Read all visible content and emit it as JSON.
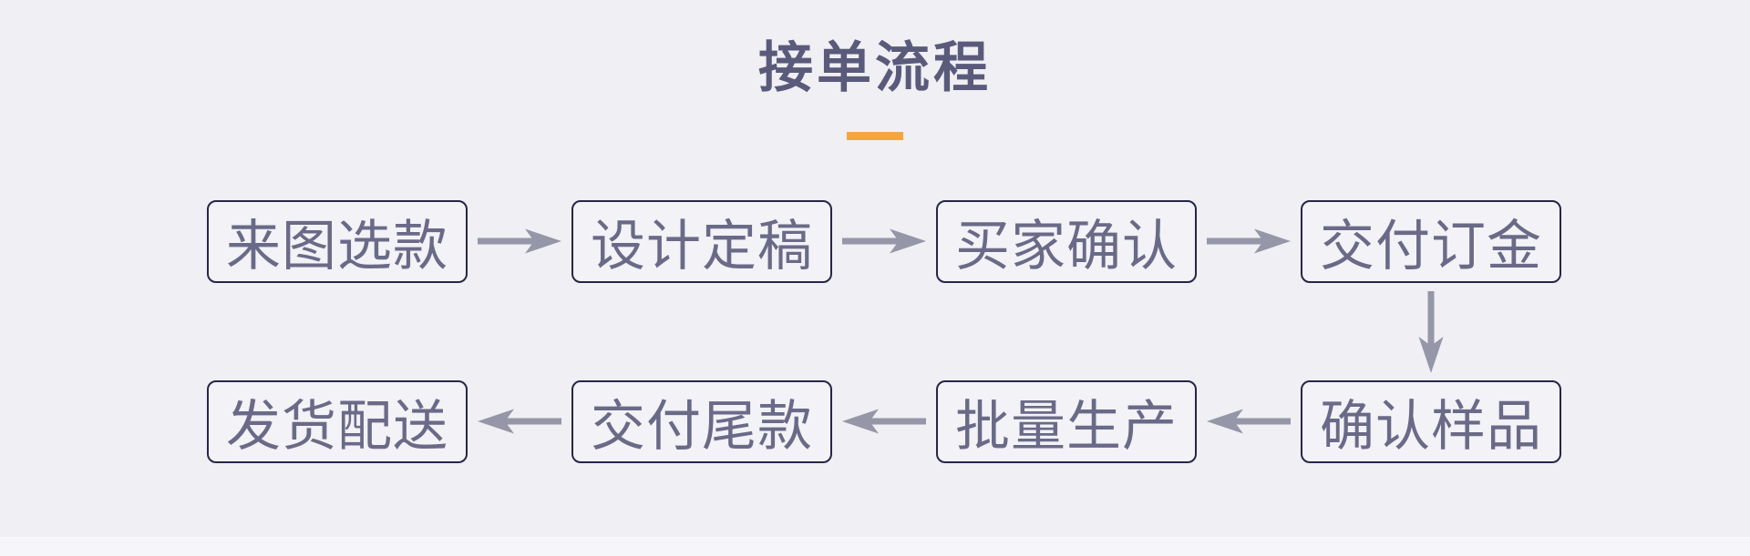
{
  "title": "接单流程",
  "flow": {
    "rows": [
      {
        "direction": "right",
        "boxes": [
          {
            "label": "来图选款"
          },
          {
            "label": "设计定稿"
          },
          {
            "label": "买家确认"
          },
          {
            "label": "交付订金"
          }
        ]
      },
      {
        "direction": "left",
        "boxes": [
          {
            "label": "发货配送"
          },
          {
            "label": "交付尾款"
          },
          {
            "label": "批量生产"
          },
          {
            "label": "确认样品"
          }
        ]
      }
    ],
    "connector": {
      "from": "交付订金",
      "to": "确认样品",
      "direction": "down"
    }
  },
  "colors": {
    "background": "#EFEFF4",
    "footer_background": "#F6F6FA",
    "box_border": "#262648",
    "box_background": "#F2F2F7",
    "box_text": "#6A6A88",
    "title_text": "#5A5A7B",
    "arrow": "#9596A7",
    "accent_orange": "#F6A53F"
  }
}
